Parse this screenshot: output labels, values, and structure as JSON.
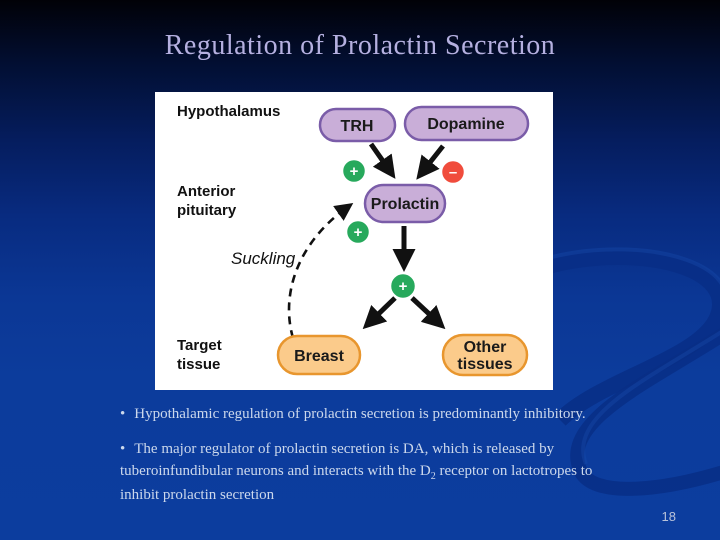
{
  "slide": {
    "title": "Regulation of Prolactin Secretion",
    "page_number": "18"
  },
  "diagram": {
    "region_labels": {
      "hypothalamus": "Hypothalamus",
      "anterior_line1": "Anterior",
      "anterior_line2": "pituitary",
      "target_line1": "Target",
      "target_line2": "tissue"
    },
    "nodes": {
      "trh": "TRH",
      "dopamine": "Dopamine",
      "prolactin": "Prolactin",
      "breast": "Breast",
      "other_line1": "Other",
      "other_line2": "tissues"
    },
    "signs": {
      "plus": "+",
      "minus": "–"
    },
    "suckling_label": "Suckling",
    "colors": {
      "purple_fill": "#c9aed8",
      "purple_border": "#7a5ca8",
      "orange_fill": "#fbcb8b",
      "orange_border": "#e8962e",
      "green_circle": "#27a95c",
      "red_circle": "#f04c3c",
      "arrow_black": "#111111",
      "title_text": "#b5b0e0",
      "body_text": "#ccd8ec",
      "background_bottom": "#0c3d9e"
    }
  },
  "bullets": {
    "bullet_glyph": "•",
    "bullet1": "Hypothalamic regulation of prolactin secretion is predominantly inhibitory.",
    "bullet2_part1": "The major regulator of prolactin secretion is DA, which is released by tuberoinfundibular neurons and interacts with the D",
    "bullet2_sub": "2",
    "bullet2_part2": " receptor on lactotropes to inhibit prolactin secretion"
  }
}
